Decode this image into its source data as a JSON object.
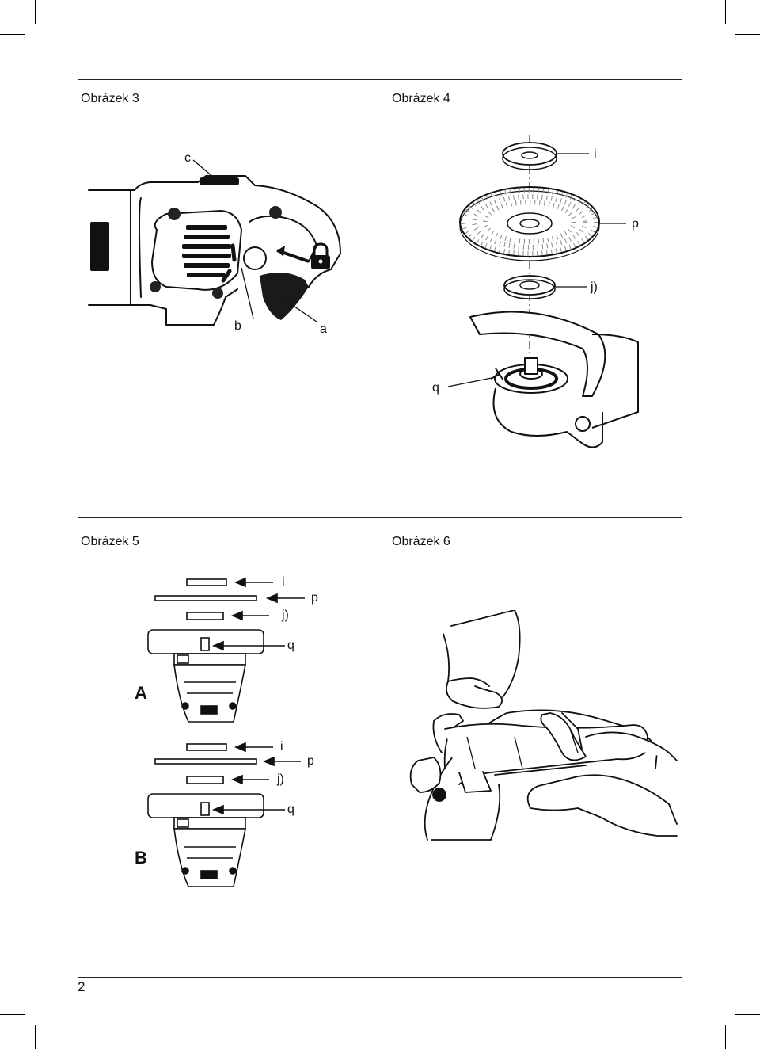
{
  "figures": {
    "fig3": {
      "title": "Obrázek 3",
      "labels": {
        "c": "c",
        "b": "b",
        "a": "a"
      }
    },
    "fig4": {
      "title": "Obrázek 4",
      "labels": {
        "i": "i",
        "p": "p",
        "j": "j)",
        "q": "q"
      }
    },
    "fig5": {
      "title": "Obrázek 5",
      "A": {
        "tag": "A",
        "labels": {
          "i": "i",
          "p": "p",
          "j": "j)",
          "q": "q"
        }
      },
      "B": {
        "tag": "B",
        "labels": {
          "i": "i",
          "p": "p",
          "j": "j)",
          "q": "q"
        }
      }
    },
    "fig6": {
      "title": "Obrázek 6"
    }
  },
  "page_number": "2"
}
